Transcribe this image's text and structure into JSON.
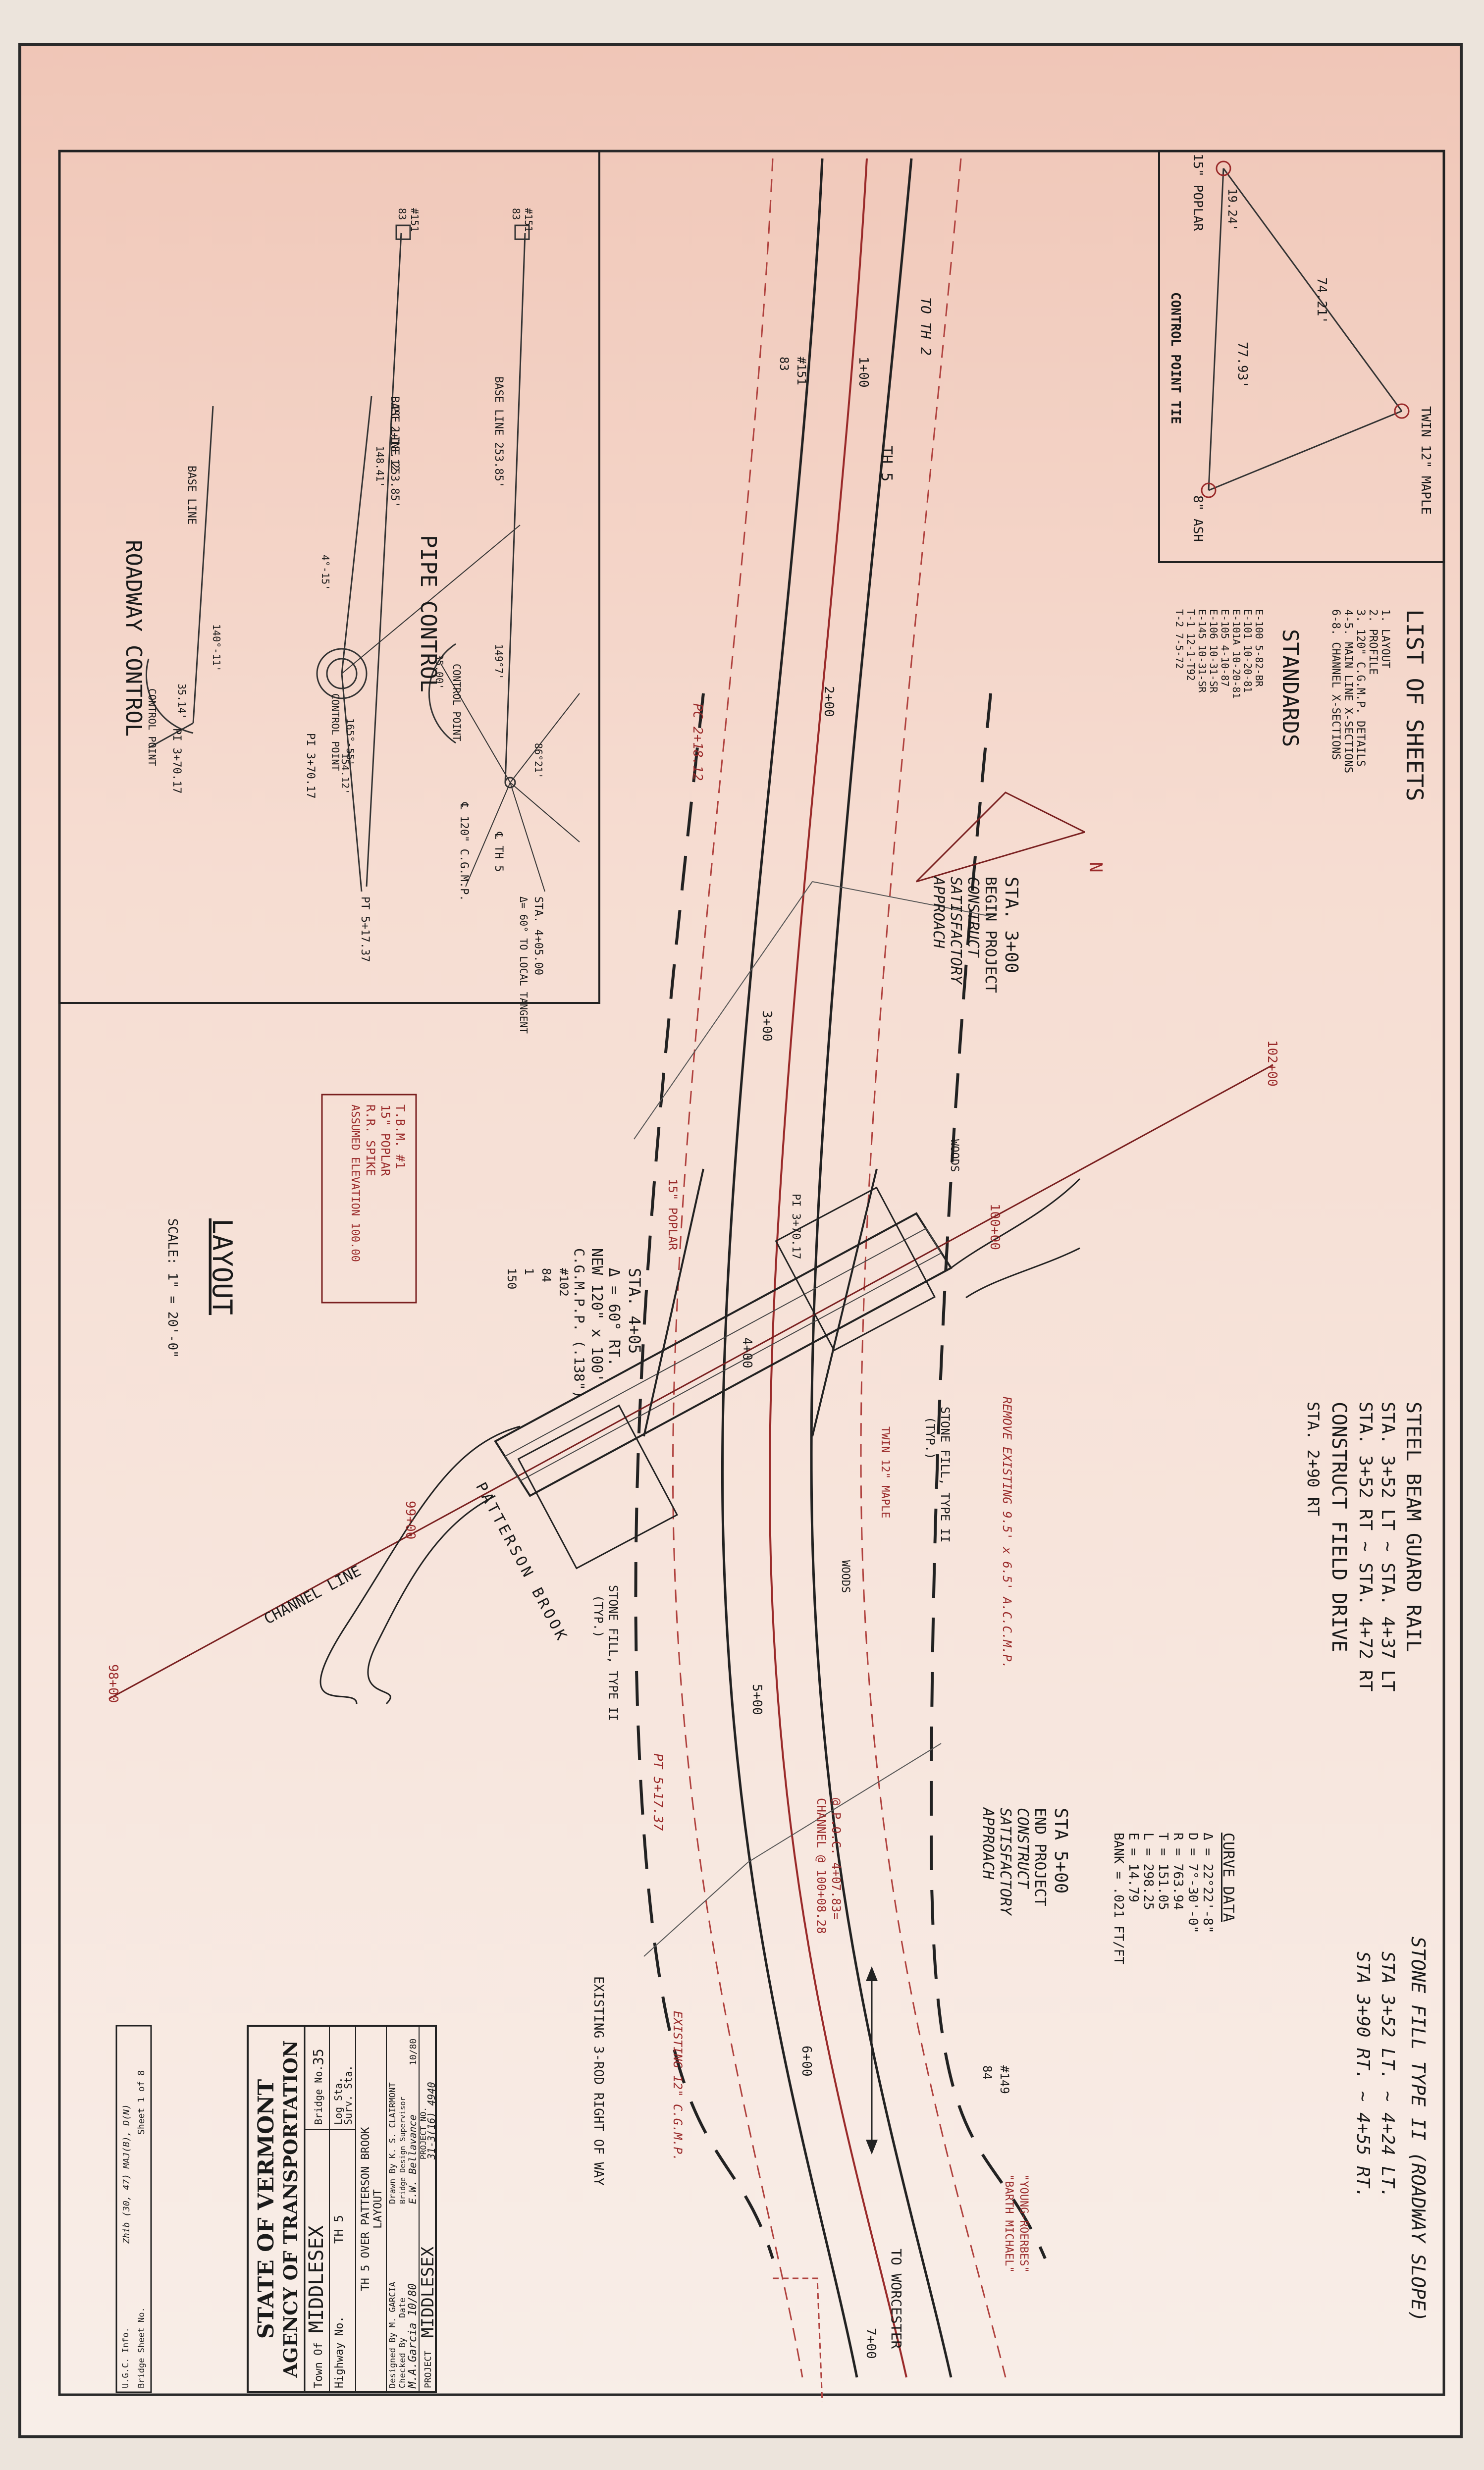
{
  "title_block": {
    "state": "STATE OF VERMONT",
    "agency": "AGENCY OF TRANSPORTATION",
    "town_label": "Town Of",
    "town": "MIDDLESEX",
    "bridge_no_label": "Bridge No.",
    "bridge_no": "35",
    "highway_label": "Highway No.",
    "highway": "TH 5",
    "log_sta_label": "Log Sta.",
    "surv_sta_label": "Surv. Sta.",
    "subtitle": "TH 5 OVER PATTERSON BROOK",
    "sheet_title": "LAYOUT",
    "designed_by": "Designed By  M. GARCIA",
    "drawn_by": "Drawn By  K. S. CLAIRMONT",
    "checked_by": "Checked By",
    "bridge_design_supervisor": "Bridge Design Supervisor",
    "date_label": "Date",
    "checked_sig": "M.A.Garcia 10/80",
    "supervisor_sig": "E.W. Bellavance",
    "date_value": "10/80",
    "project_label": "PROJECT",
    "project": "MIDDLESEX",
    "project_no_label": "PROJECT NO.",
    "project_no": "31-3(16) 4940",
    "ugc_label": "U.G.C. Info.",
    "ugc": "Zhib (30, 47) MAJ(B), D(N)",
    "bridge_sheet_label": "Bridge Sheet No.",
    "sheet_of": "Sheet  1  of  8"
  },
  "list_of_sheets": {
    "title": "LIST OF SHEETS",
    "items": [
      "1. LAYOUT",
      "2. PROFILE",
      "3. 120\" C.G.M.P. DETAILS",
      "4-5. MAIN LINE X-SECTIONS",
      "6-8. CHANNEL X-SECTIONS"
    ]
  },
  "standards": {
    "title": "STANDARDS",
    "items": [
      "E-100  5-82-BR",
      "E-101  10-20-81",
      "E-101A  10-20-81",
      "E-105  4-10-87",
      "E-106  10-31-SR",
      "E-145  10-31-SR",
      "T-1  12-1-T92",
      "T-2  7-5-72"
    ]
  },
  "control_tie": {
    "title": "CONTROL POINT TIE",
    "maple": "TWIN 12\" MAPLE",
    "poplar": "15\" POPLAR",
    "ash": "8\" ASH",
    "d1": "74.21'",
    "d2": "77.93'",
    "d3": "19.24'"
  },
  "guard_rail_notes": [
    "STEEL BEAM GUARD RAIL",
    "STA. 3+52 LT ~ STA. 4+37 LT",
    "STA. 3+52 RT ~ STA. 4+72 RT",
    "CONSTRUCT FIELD DRIVE",
    "STA. 2+90 RT"
  ],
  "stone_fill_notes": [
    "STONE FILL TYPE II  (ROADWAY SLOPE)",
    "STA 3+52 LT. ~ 4+24 LT.",
    "STA 3+90 RT. ~ 4+55 RT."
  ],
  "curve_data": {
    "title": "CURVE DATA",
    "items": [
      "Δ = 22°22'-8\"",
      "D = 7°-30'-0\"",
      "R = 763.94",
      "T = 151.05",
      "L = 298.25",
      "E = 14.79",
      "BANK = .021 FT/FT"
    ]
  },
  "annotations": {
    "begin_sta": "STA. 3+00",
    "begin_lines": [
      "BEGIN PROJECT",
      "CONSTRUCT",
      "SATISFACTORY",
      "APPROACH"
    ],
    "end_sta": "STA 5+00",
    "end_lines": [
      "END PROJECT",
      "CONSTRUCT",
      "SATISFACTORY",
      "APPROACH"
    ],
    "tbm": [
      "T.B.M. #1",
      "15\" POPLAR",
      "R.R. SPIKE",
      "ASSUMED ELEVATION 100.00"
    ],
    "culvert": [
      "STA. 4+05",
      "Δ = 60° RT.",
      "NEW 120\" x 100'",
      "C.G.M.P.P. (.138\")"
    ],
    "woods": "WOODS",
    "remove_existing": "REMOVE EXISTING 9.5' x 6.5' A.C.C.M.P.",
    "stone_fill_type2": "STONE FILL, TYPE II",
    "typ": "(TYP.)",
    "twin_maple": "TWIN 12\" MAPLE",
    "poplar": "15\" POPLAR",
    "pc": "PC 2+18.12",
    "pt": "PT 5+17.37",
    "pi": "PI 3+70.17",
    "poc": "@ P.O.C. 4+07.83=",
    "channel": "CHANNEL @ 100+08.28",
    "channel_line": "CHANNEL LINE",
    "brook": "PATTERSON BROOK",
    "to_th2": "TO TH 2",
    "to_worcester": "TO WORCESTER",
    "th5": "TH 5",
    "existing_row": "EXISTING 3-ROD RIGHT OF WAY",
    "existing_cgmp": "EXISTING 12\" C.G.M.P.",
    "young": [
      "\"YOUNG-ROERBES\"",
      "\"BARTH MICHAEL\""
    ],
    "bm151": "#151",
    "bm151b": "83",
    "bm102": "#102",
    "bm102b": "84",
    "bm102c": "1",
    "bm102d": "150",
    "bm149": "#149",
    "bm149b": "84",
    "st100": "1+00",
    "st200": "2+00",
    "st300": "3+00",
    "st400": "4+00",
    "st500": "5+00",
    "st600": "6+00",
    "st700": "7+00",
    "ch98": "98+00",
    "ch99": "99+00",
    "ch100": "100+00",
    "ch102": "102+00",
    "north": "N",
    "layout": "LAYOUT",
    "scale": "SCALE: 1\" = 20'-0\""
  },
  "inset": {
    "pipe_control": "PIPE CONTROL",
    "roadway_control": "ROADWAY CONTROL",
    "base_line1": "BASE LINE 253.85'",
    "base_line2": "BASE LINE 253.85'",
    "base_line3": "BASE LINE",
    "control_point": "CONTROL POINT",
    "pc": "PC 2+18.12",
    "pi": "PI 3+70.17",
    "pt": "PT 5+17.37",
    "sta": "STA. 4+05.00",
    "sta2": "Δ= 60° TO LOCAL TANGENT",
    "cl_th5": "℄ TH 5",
    "cl_cgmp": "℄ 120\" C.G.M.P.",
    "a1": "149°7'",
    "a2": "86°21'",
    "a3": "165°-55'",
    "a4": "154.12'",
    "a5": "148.41'",
    "a6": "4°-15'",
    "a7": "140°-11'",
    "a8": "35.14'",
    "a9": "35.00'",
    "bm1": "#151",
    "bm1b": "83",
    "bm2": "#151",
    "bm2b": "83"
  }
}
